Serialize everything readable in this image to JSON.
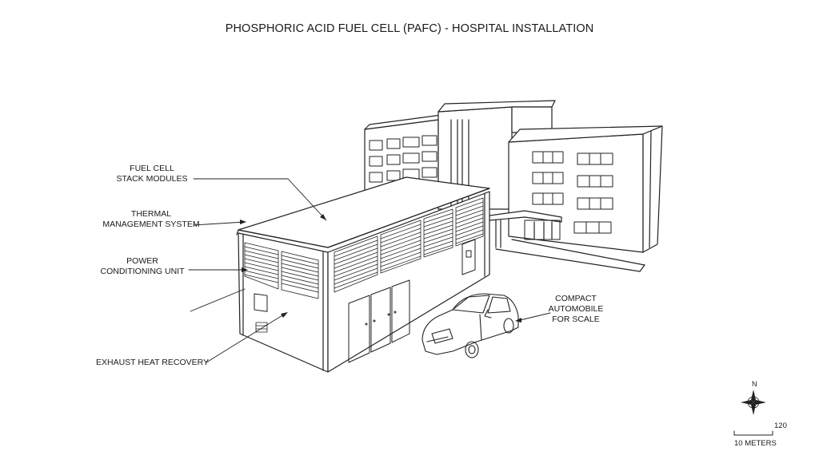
{
  "title": "PHOSPHORIC ACID FUEL CELL (PAFC) - HOSPITAL INSTALLATION",
  "labels": {
    "fuel_cell": [
      "FUEL CELL",
      "STACK MODULES"
    ],
    "thermal": [
      "THERMAL",
      "MANAGEMENT SYSTEM"
    ],
    "power": [
      "POWER",
      "CONDITIONING UNIT"
    ],
    "exhaust": "EXHAUST HEAT RECOVERY",
    "car": [
      "COMPACT",
      "AUTOMOBILE",
      "FOR SCALE"
    ]
  },
  "compass": {
    "north": "N"
  },
  "scale": {
    "number": "120",
    "label": "10 METERS"
  }
}
